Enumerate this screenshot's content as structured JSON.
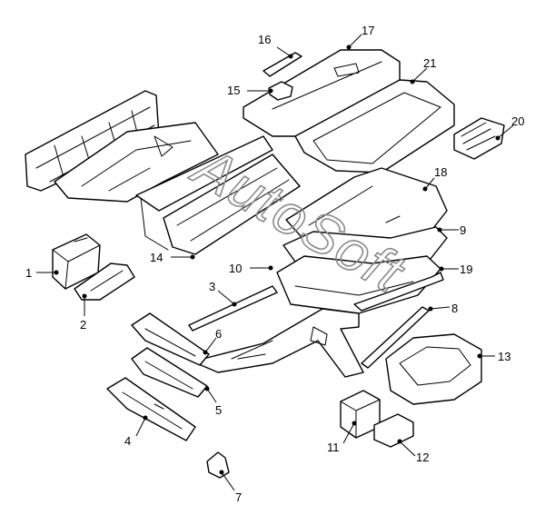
{
  "watermark": {
    "text": "AutoSoft"
  },
  "callouts": {
    "c1": "1",
    "c2": "2",
    "c3": "3",
    "c4": "4",
    "c5": "5",
    "c6": "6",
    "c7": "7",
    "c8": "8",
    "c9": "9",
    "c10": "10",
    "c11": "11",
    "c12": "12",
    "c13": "13",
    "c14": "14",
    "c15": "15",
    "c16": "16",
    "c17": "17",
    "c18": "18",
    "c19": "19",
    "c20": "20",
    "c21": "21"
  },
  "colors": {
    "line": "#000000",
    "watermark": "#8a8a8a",
    "background": "#ffffff"
  }
}
